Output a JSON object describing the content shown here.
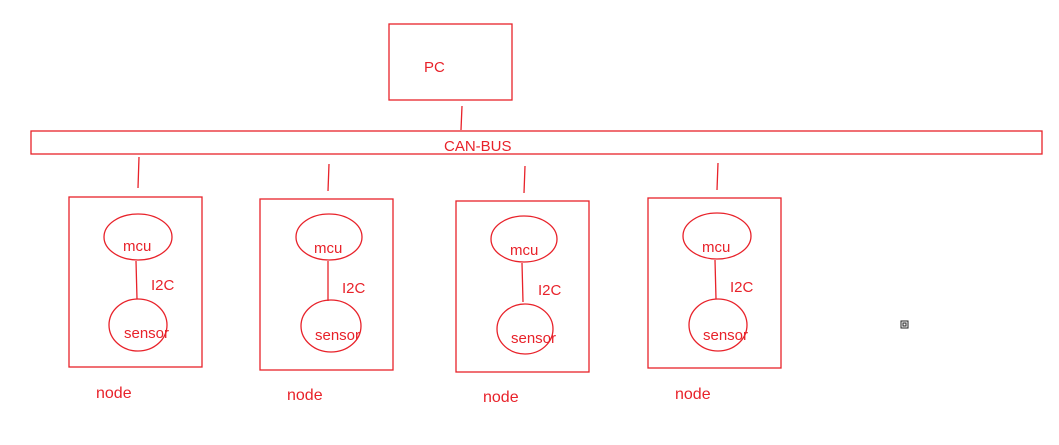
{
  "diagram": {
    "pc_label": "PC",
    "bus_label": "CAN-BUS",
    "nodes": [
      {
        "mcu_label": "mcu",
        "link_label": "I2C",
        "sensor_label": "sensor",
        "node_label": "node"
      },
      {
        "mcu_label": "mcu",
        "link_label": "I2C",
        "sensor_label": "sensor",
        "node_label": "node"
      },
      {
        "mcu_label": "mcu",
        "link_label": "I2C",
        "sensor_label": "sensor",
        "node_label": "node"
      },
      {
        "mcu_label": "mcu",
        "link_label": "I2C",
        "sensor_label": "sensor",
        "node_label": "node"
      }
    ],
    "colors": {
      "stroke": "#e8222a",
      "text": "#e8222a",
      "background": "#ffffff"
    },
    "icons": {
      "stray_mark": "small-square-icon"
    }
  }
}
